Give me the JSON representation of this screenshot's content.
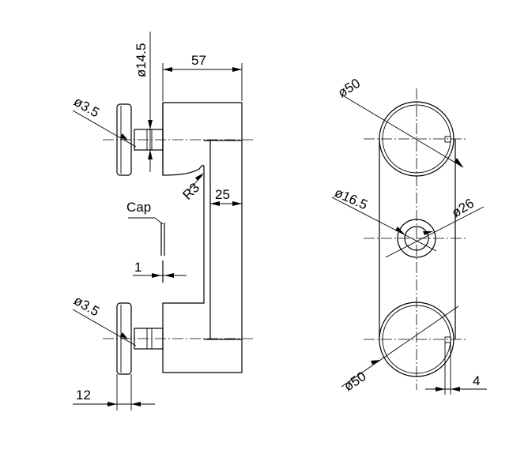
{
  "side_view": {
    "dim_shaft_diameter": "ø14.5",
    "dim_length": "57",
    "dim_pin_top": "ø3.5",
    "dim_pin_bottom": "ø3.5",
    "dim_radius": "R3",
    "dim_offset": "25",
    "label_cap": "Cap",
    "dim_cap_thickness": "1",
    "dim_base_thickness": "12"
  },
  "front_view": {
    "dim_top_circle": "ø50",
    "dim_inner_bore": "ø16.5",
    "dim_outer_ring": "ø26",
    "dim_bottom_circle": "ø50",
    "dim_edge": "4"
  }
}
